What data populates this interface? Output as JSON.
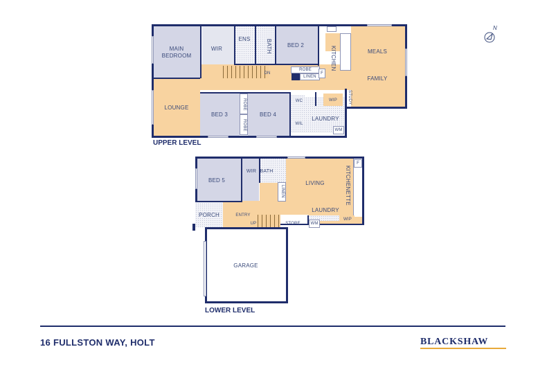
{
  "compass": {
    "label": "N",
    "icon": "compass-north-icon"
  },
  "upper_level": {
    "title": "UPPER LEVEL",
    "rooms": {
      "main_bedroom": "MAIN\nBEDROOM",
      "wir": "WIR",
      "ens": "ENS",
      "bath": "BATH",
      "bed2": "BED 2",
      "kitchen": "KITCHEN",
      "meals": "MEALS",
      "family": "FAMILY",
      "robe": "ROBE",
      "linen": "LINEN",
      "fridge": "F",
      "dn": "DN",
      "lounge": "LOUNGE",
      "bed3": "BED 3",
      "bed4": "BED 4",
      "robe_a": "ROBE",
      "robe_b": "ROBE",
      "wc": "WC",
      "wil": "WIL",
      "laundry": "LAUNDRY",
      "wm": "WM",
      "wip": "WIP",
      "study": "STUDY"
    }
  },
  "lower_level": {
    "title": "LOWER LEVEL",
    "rooms": {
      "bed5": "BED 5",
      "wir": "WIR",
      "bath": "BATH",
      "linen": "LINEN",
      "living": "LIVING",
      "kitchenette": "KITCHENETTE",
      "fridge": "F",
      "laundry": "LAUNDRY",
      "wm": "WM",
      "wip": "WIP",
      "porch": "PORCH",
      "entry": "ENTRY",
      "up": "UP",
      "store": "STORE",
      "garage": "GARAGE"
    }
  },
  "footer": {
    "address": "16 FULLSTON WAY, HOLT",
    "brand": "BLACKSHAW"
  },
  "colors": {
    "wall": "#1f2d6b",
    "bedroom_fill": "#d4d6e6",
    "living_fill": "#f8d3a0",
    "brand_accent": "#e8a93a"
  }
}
